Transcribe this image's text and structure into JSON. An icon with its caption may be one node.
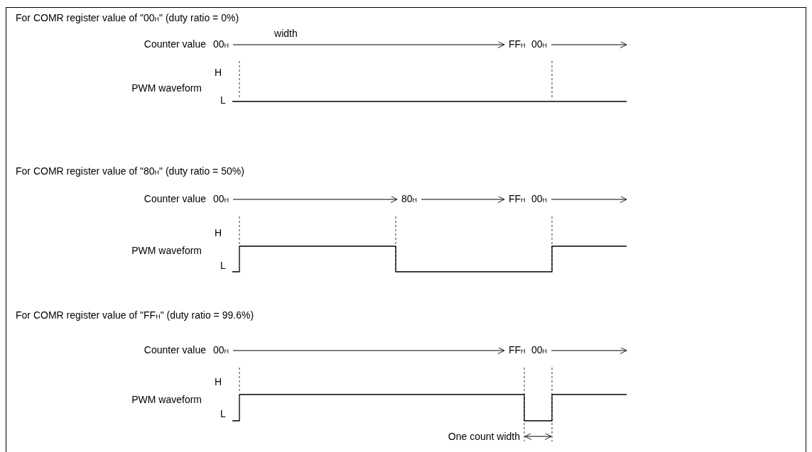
{
  "diagram": {
    "nodes": [
      {
        "text": [
          "00$_{H}$"
        ]
      },
      {
        "text": [
          "FF$_{H}$"
        ]
      },
      {
        "text": [
          "00$_{H}$"
        ]
      },
      {
        "text": [
          "00$_{H}$"
        ]
      },
      {
        "text": [
          "80$_{H}$"
        ]
      },
      {
        "text": [
          "FF$_{H}$"
        ]
      },
      {
        "text": [
          "00$_{H}$"
        ]
      },
      {
        "text": [
          "00$_{H}$"
        ]
      },
      {
        "text": [
          "FF$_{H}$"
        ]
      },
      {
        "text": [
          "00$_{H}$"
        ]
      }
    ],
    "edges": [
      {
        "from": 0,
        "to": 1,
        "arrow": "to",
        "label": "width"
      },
      {
        "from": 2,
        "to": null,
        "arrow": "to"
      },
      {
        "from": 3,
        "to": 4,
        "arrow": "to"
      },
      {
        "from": 4,
        "to": 5,
        "arrow": "to"
      },
      {
        "from": 6,
        "to": null,
        "arrow": "to"
      },
      {
        "from": 7,
        "to": 8,
        "arrow": "to"
      },
      {
        "from": 9,
        "to": null,
        "arrow": "to"
      }
    ],
    "labels": [
      "For COMR register value of \"00$_{H}$\" (duty ratio = 0%)",
      "Counter value",
      "PWM waveform",
      "H",
      "L",
      "For COMR register value of \"80$_{H}$\" (duty ratio = 50%)",
      "Counter value",
      "PWM waveform",
      "H",
      "L",
      "For COMR register value of \"FF$_{H}$\" (duty ratio = 99.6%)",
      "Counter value",
      "PWM waveform",
      "H",
      "L",
      "One count width"
    ]
  }
}
